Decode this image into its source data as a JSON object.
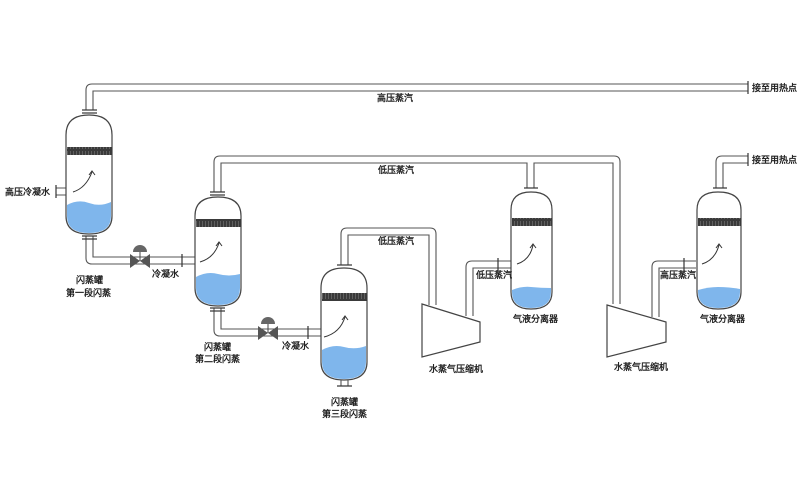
{
  "diagram": {
    "title": "",
    "colors": {
      "water": "#7fb6ec",
      "mesh": "#3a3a3a",
      "outline": "#444444",
      "background": "#ffffff"
    },
    "labels": {
      "hp_condensate_in": "高压冷凝水",
      "tank1_line1": "闪蒸罐",
      "tank1_line2": "第一段闪蒸",
      "cond_water_1": "冷凝水",
      "tank2_line1": "闪蒸罐",
      "tank2_line2": "第二段闪蒸",
      "cond_water_2": "冷凝水",
      "tank3_line1": "闪蒸罐",
      "tank3_line2": "第三段闪蒸",
      "hp_steam_main": "高压蒸汽",
      "to_user_1": "接至用热点",
      "lp_steam_main": "低压蒸汽",
      "lp_steam_2": "低压蒸汽",
      "lp_steam_3": "低压蒸汽",
      "compressor_1": "水蒸气压缩机",
      "compressor_2": "水蒸气压缩机",
      "separator_1": "气液分离器",
      "separator_2": "气液分离器",
      "hp_steam_2": "高压蒸汽",
      "to_user_2": "接至用热点"
    },
    "nodes": [
      {
        "id": "flash-tank-1",
        "type": "flash tank",
        "stage": 1
      },
      {
        "id": "flash-tank-2",
        "type": "flash tank",
        "stage": 2
      },
      {
        "id": "flash-tank-3",
        "type": "flash tank",
        "stage": 3
      },
      {
        "id": "compressor-1",
        "type": "steam compressor"
      },
      {
        "id": "separator-1",
        "type": "gas-liquid separator"
      },
      {
        "id": "compressor-2",
        "type": "steam compressor"
      },
      {
        "id": "separator-2",
        "type": "gas-liquid separator"
      },
      {
        "id": "valve-1",
        "type": "control valve"
      },
      {
        "id": "valve-2",
        "type": "control valve"
      }
    ],
    "edges": [
      {
        "from": "flash-tank-1",
        "to": "user-point-1",
        "label": "高压蒸汽"
      },
      {
        "from": "flash-tank-1",
        "to": "valve-1",
        "label": ""
      },
      {
        "from": "valve-1",
        "to": "flash-tank-2",
        "label": "冷凝水"
      },
      {
        "from": "flash-tank-2",
        "to": "compressor-2",
        "label": "低压蒸汽"
      },
      {
        "from": "flash-tank-2",
        "to": "valve-2",
        "label": ""
      },
      {
        "from": "valve-2",
        "to": "flash-tank-3",
        "label": "冷凝水"
      },
      {
        "from": "flash-tank-3",
        "to": "compressor-1",
        "label": "低压蒸汽"
      },
      {
        "from": "compressor-1",
        "to": "separator-1",
        "label": "低压蒸汽"
      },
      {
        "from": "separator-1",
        "to": "compressor-2",
        "label": "低压蒸汽"
      },
      {
        "from": "compressor-2",
        "to": "separator-2",
        "label": "高压蒸汽"
      },
      {
        "from": "separator-2",
        "to": "user-point-2",
        "label": ""
      }
    ]
  }
}
